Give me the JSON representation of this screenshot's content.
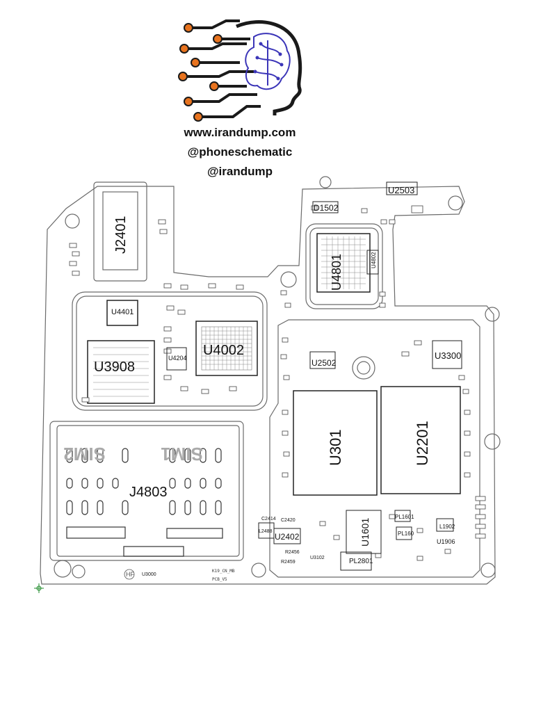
{
  "brand": {
    "website": "www.irandump.com",
    "handle_1": "@phoneschematic",
    "handle_2": "@irandump"
  },
  "board": {
    "designation": "K19_CN_MB",
    "revision": "PCB_V5",
    "hf_mark": "HF",
    "sim_labels": [
      "SIM2",
      "SIM1"
    ],
    "components": {
      "J2401": "J2401",
      "U2503": "U2503",
      "D1502": "D1502",
      "U4801": "U4801",
      "U4802": "U4802",
      "U4401": "U4401",
      "U3908": "U3908",
      "U4002": "U4002",
      "U4204": "U4204",
      "U2502": "U2502",
      "U3300": "U3300",
      "U301": "U301",
      "U2201": "U2201",
      "J4803": "J4803",
      "U2402": "U2402",
      "U1601": "U1601",
      "PL2801": "PL2801",
      "PL1601": "PL1601",
      "PL160": "PL160",
      "L1902": "L1902",
      "U1906": "U1906",
      "U3102": "U3102",
      "U3000": "U3000",
      "C2414": "C2414",
      "C2420": "C2420",
      "L2488": "L2488",
      "R2456": "R2456",
      "R2459": "R2459"
    }
  },
  "colors": {
    "outline": "#6a6a6a",
    "ink": "#111111",
    "logo_orange": "#e8731e",
    "logo_dark": "#1a1a1a",
    "logo_blue": "#3b35b8",
    "crosshair": "#1e8a2a"
  }
}
